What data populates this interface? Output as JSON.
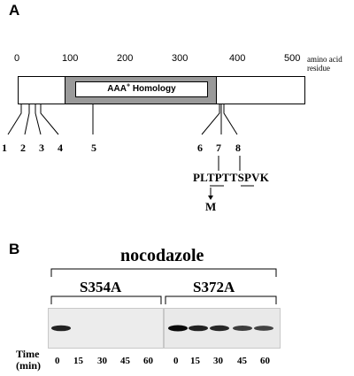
{
  "panel_a": {
    "label": "A",
    "axis_ticks": [
      "0",
      "100",
      "200",
      "300",
      "400",
      "500"
    ],
    "axis_caption_line1": "amino acid",
    "axis_caption_line2": "residue",
    "domain_label": "AAA",
    "domain_superscript": "+",
    "domain_label_suffix": " Homology",
    "site_numbers": [
      "1",
      "2",
      "3",
      "4",
      "5",
      "6",
      "7",
      "8"
    ],
    "sequence": "PLTPTTSPVK",
    "mutation": "M"
  },
  "panel_b": {
    "label": "B",
    "treatment": "nocodazole",
    "groups": [
      "S354A",
      "S372A"
    ],
    "time_label_line1": "Time",
    "time_label_line2": "(min)",
    "time_points_left": [
      "0",
      "15",
      "30",
      "45",
      "60"
    ],
    "time_points_right": [
      "0",
      "15",
      "30",
      "45",
      "60"
    ],
    "band_intensity_left": [
      0.85,
      0,
      0,
      0,
      0
    ],
    "band_intensity_right": [
      1.0,
      0.85,
      0.8,
      0.65,
      0.6
    ]
  }
}
